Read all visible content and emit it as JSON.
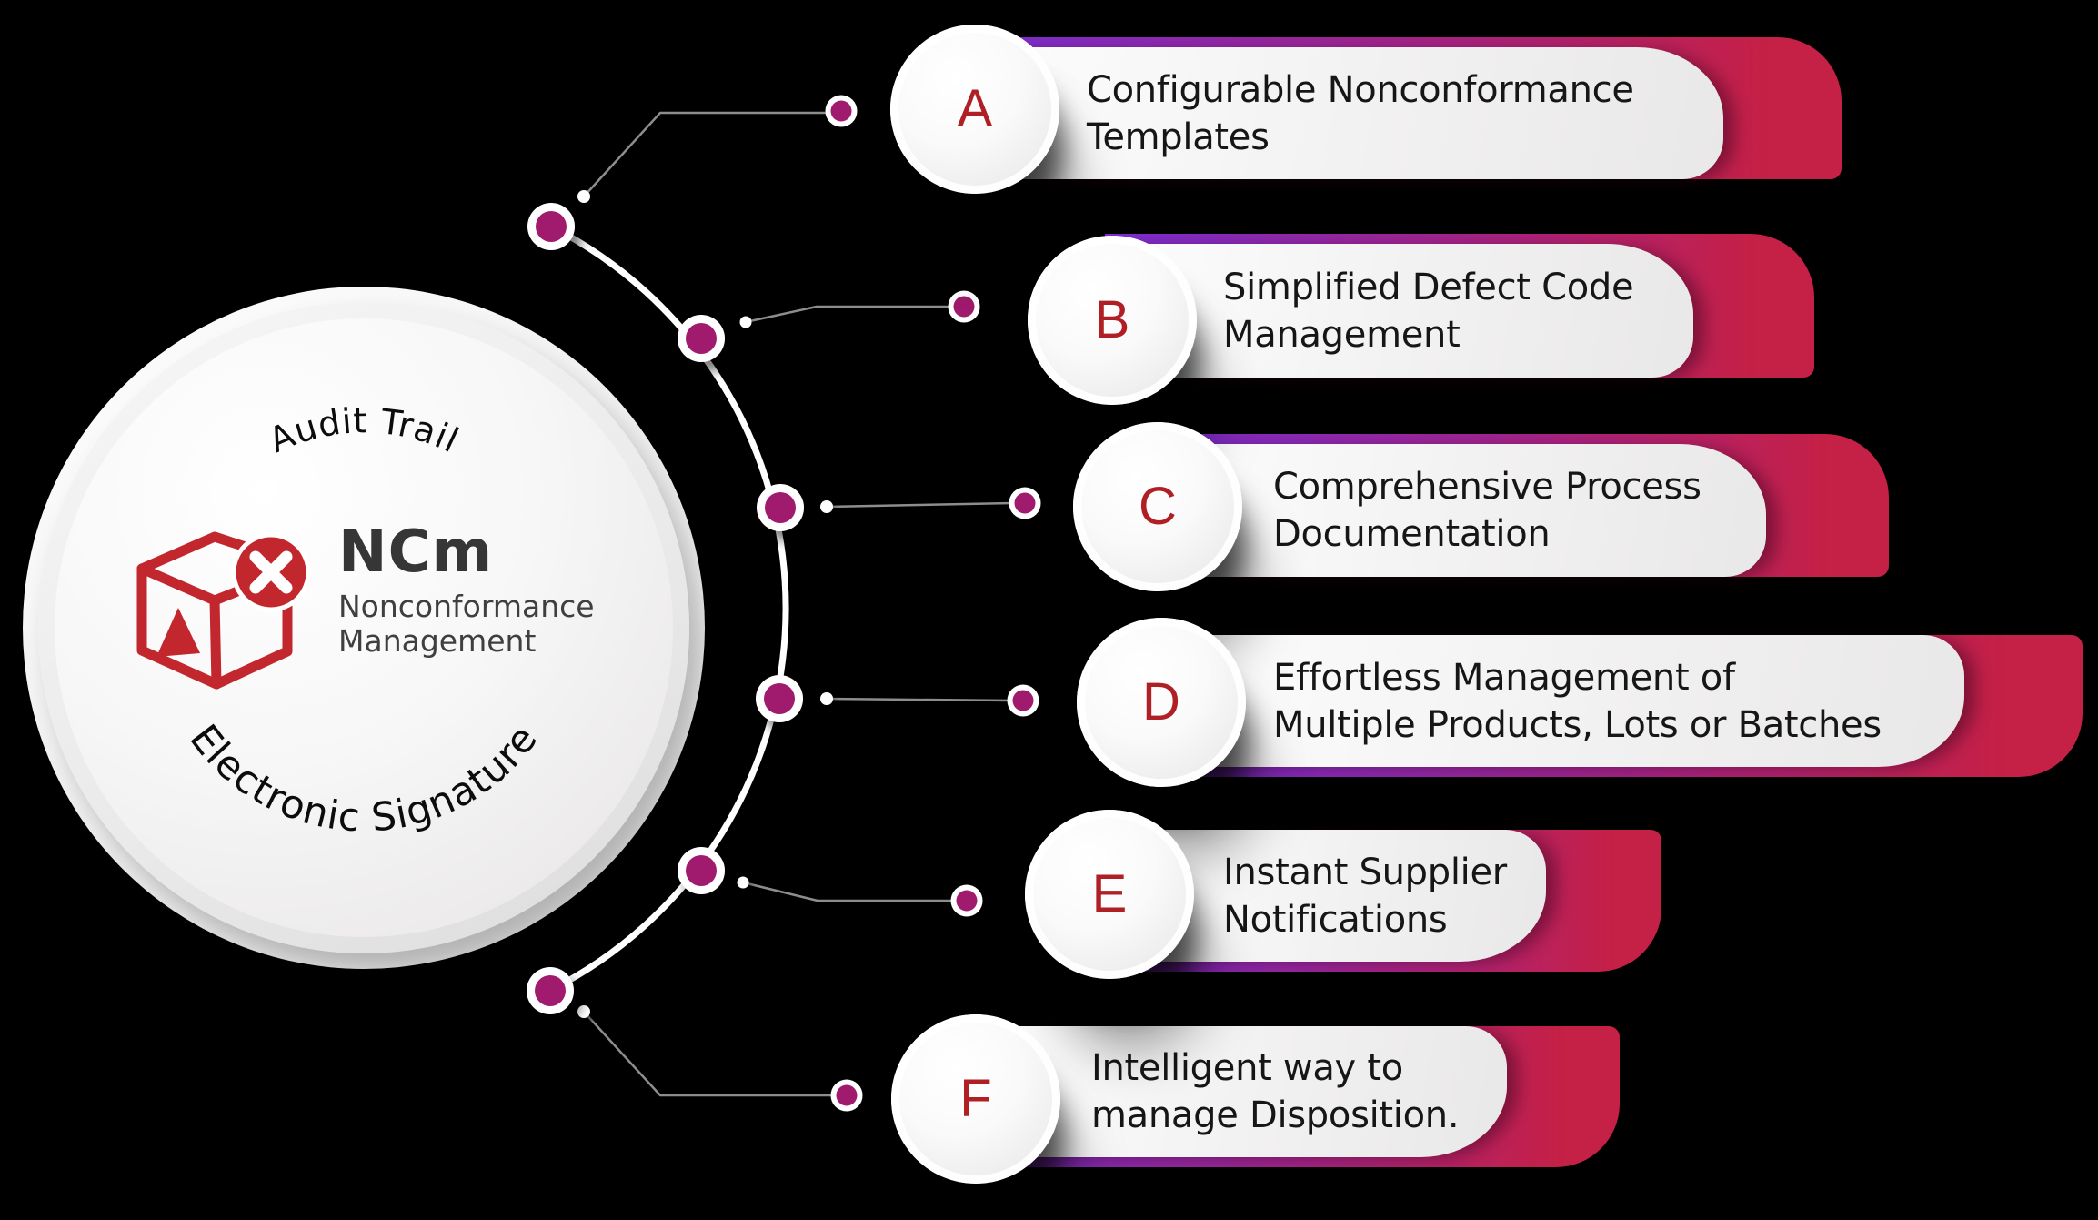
{
  "center": {
    "top_curved_label": "Audit Trail",
    "bottom_curved_label": "Electronic Signature",
    "product_code": "NCm",
    "product_name_line1": "Nonconformance",
    "product_name_line2": "Management",
    "icon": "open-box-error-icon"
  },
  "features": [
    {
      "letter": "A",
      "lines": [
        "Configurable Nonconformance",
        "Templates"
      ]
    },
    {
      "letter": "B",
      "lines": [
        "Simplified Defect Code",
        "Management"
      ]
    },
    {
      "letter": "C",
      "lines": [
        "Comprehensive Process",
        "Documentation"
      ]
    },
    {
      "letter": "D",
      "lines": [
        "Effortless Management of",
        "Multiple Products, Lots or Batches"
      ]
    },
    {
      "letter": "E",
      "lines": [
        "Instant Supplier",
        "Notifications"
      ]
    },
    {
      "letter": "F",
      "lines": [
        "Intelligent way to",
        "manage Disposition."
      ]
    }
  ],
  "colors": {
    "background": "#000000",
    "bar_gradient_start": "#7b2ed3",
    "bar_gradient_mid": "#a62387",
    "bar_gradient_end": "#c52045",
    "node_magenta": "#a01a6d",
    "letter_red": "#b01f24",
    "icon_red": "#c1272d",
    "text_dark": "#161616"
  }
}
